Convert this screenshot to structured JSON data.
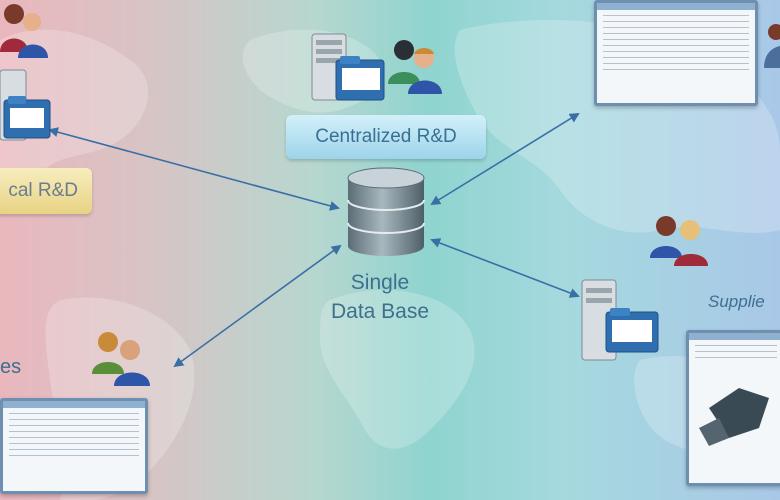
{
  "labels": {
    "centralized": "Centralized R&D",
    "local": "Local R&D",
    "local_visible": "cal R&D",
    "database_line1": "Single",
    "database_line2": "Data Base",
    "services_visible": "ces",
    "suppliers_visible": "Supplie"
  },
  "colors": {
    "arrow": "#3a6fa6",
    "label_text": "#3e6f8f",
    "central_pill": "#a9dbee",
    "local_pill": "#eedb92",
    "database": "#6a7c85"
  },
  "icons": {
    "database": "database-cylinder-icon",
    "server": "server-icon",
    "folder": "folder-icon",
    "people": "people-icon",
    "screen": "application-screenshot"
  }
}
